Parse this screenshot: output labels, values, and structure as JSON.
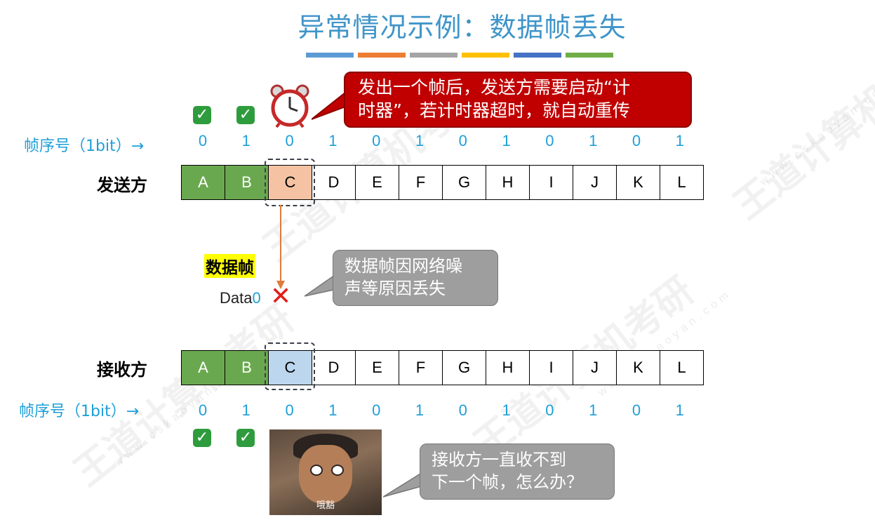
{
  "title": "异常情况示例：数据帧丢失",
  "title_bar_colors": [
    "#5b9bd5",
    "#ed7d31",
    "#a5a5a5",
    "#ffc000",
    "#4472c4",
    "#70ad47"
  ],
  "sender": {
    "label": "发送方",
    "seq_label": "帧序号（1bit）→",
    "seq": [
      "0",
      "1",
      "0",
      "1",
      "0",
      "1",
      "0",
      "1",
      "0",
      "1",
      "0",
      "1"
    ],
    "frames": [
      "A",
      "B",
      "C",
      "D",
      "E",
      "F",
      "G",
      "H",
      "I",
      "J",
      "K",
      "L"
    ],
    "acked_checks": [
      "✓",
      "✓"
    ]
  },
  "receiver": {
    "label": "接收方",
    "seq_label": "帧序号（1bit）→",
    "seq": [
      "0",
      "1",
      "0",
      "1",
      "0",
      "1",
      "0",
      "1",
      "0",
      "1",
      "0",
      "1"
    ],
    "frames": [
      "A",
      "B",
      "C",
      "D",
      "E",
      "F",
      "G",
      "H",
      "I",
      "J",
      "K",
      "L"
    ],
    "received_checks": [
      "✓",
      "✓"
    ]
  },
  "timer_callout": {
    "line1": "发出一个帧后，发送方需要启动“计",
    "line2": "时器”，若计时器超时，就自动重传"
  },
  "data_frame": {
    "label": "数据帧",
    "name": "Data",
    "seq": "0",
    "lost_mark": "✕"
  },
  "loss_callout": {
    "line1": "数据帧因网络噪",
    "line2": "声等原因丢失"
  },
  "receiver_callout": {
    "line1": "接收方一直收不到",
    "line2": "下一个帧，怎么办？"
  },
  "meme_caption": "哦豁",
  "icons": {
    "timer": "alarm-clock-icon",
    "check": "check-icon",
    "lost": "x-mark-icon"
  },
  "colors": {
    "title": "#3f95c9",
    "seq": "#1e9fd8",
    "acked": "#6aa84f",
    "sent_pending": "#f5c3a3",
    "receiver_pending": "#bcd6ee",
    "alert": "#c00000",
    "note": "#9e9e9e"
  }
}
